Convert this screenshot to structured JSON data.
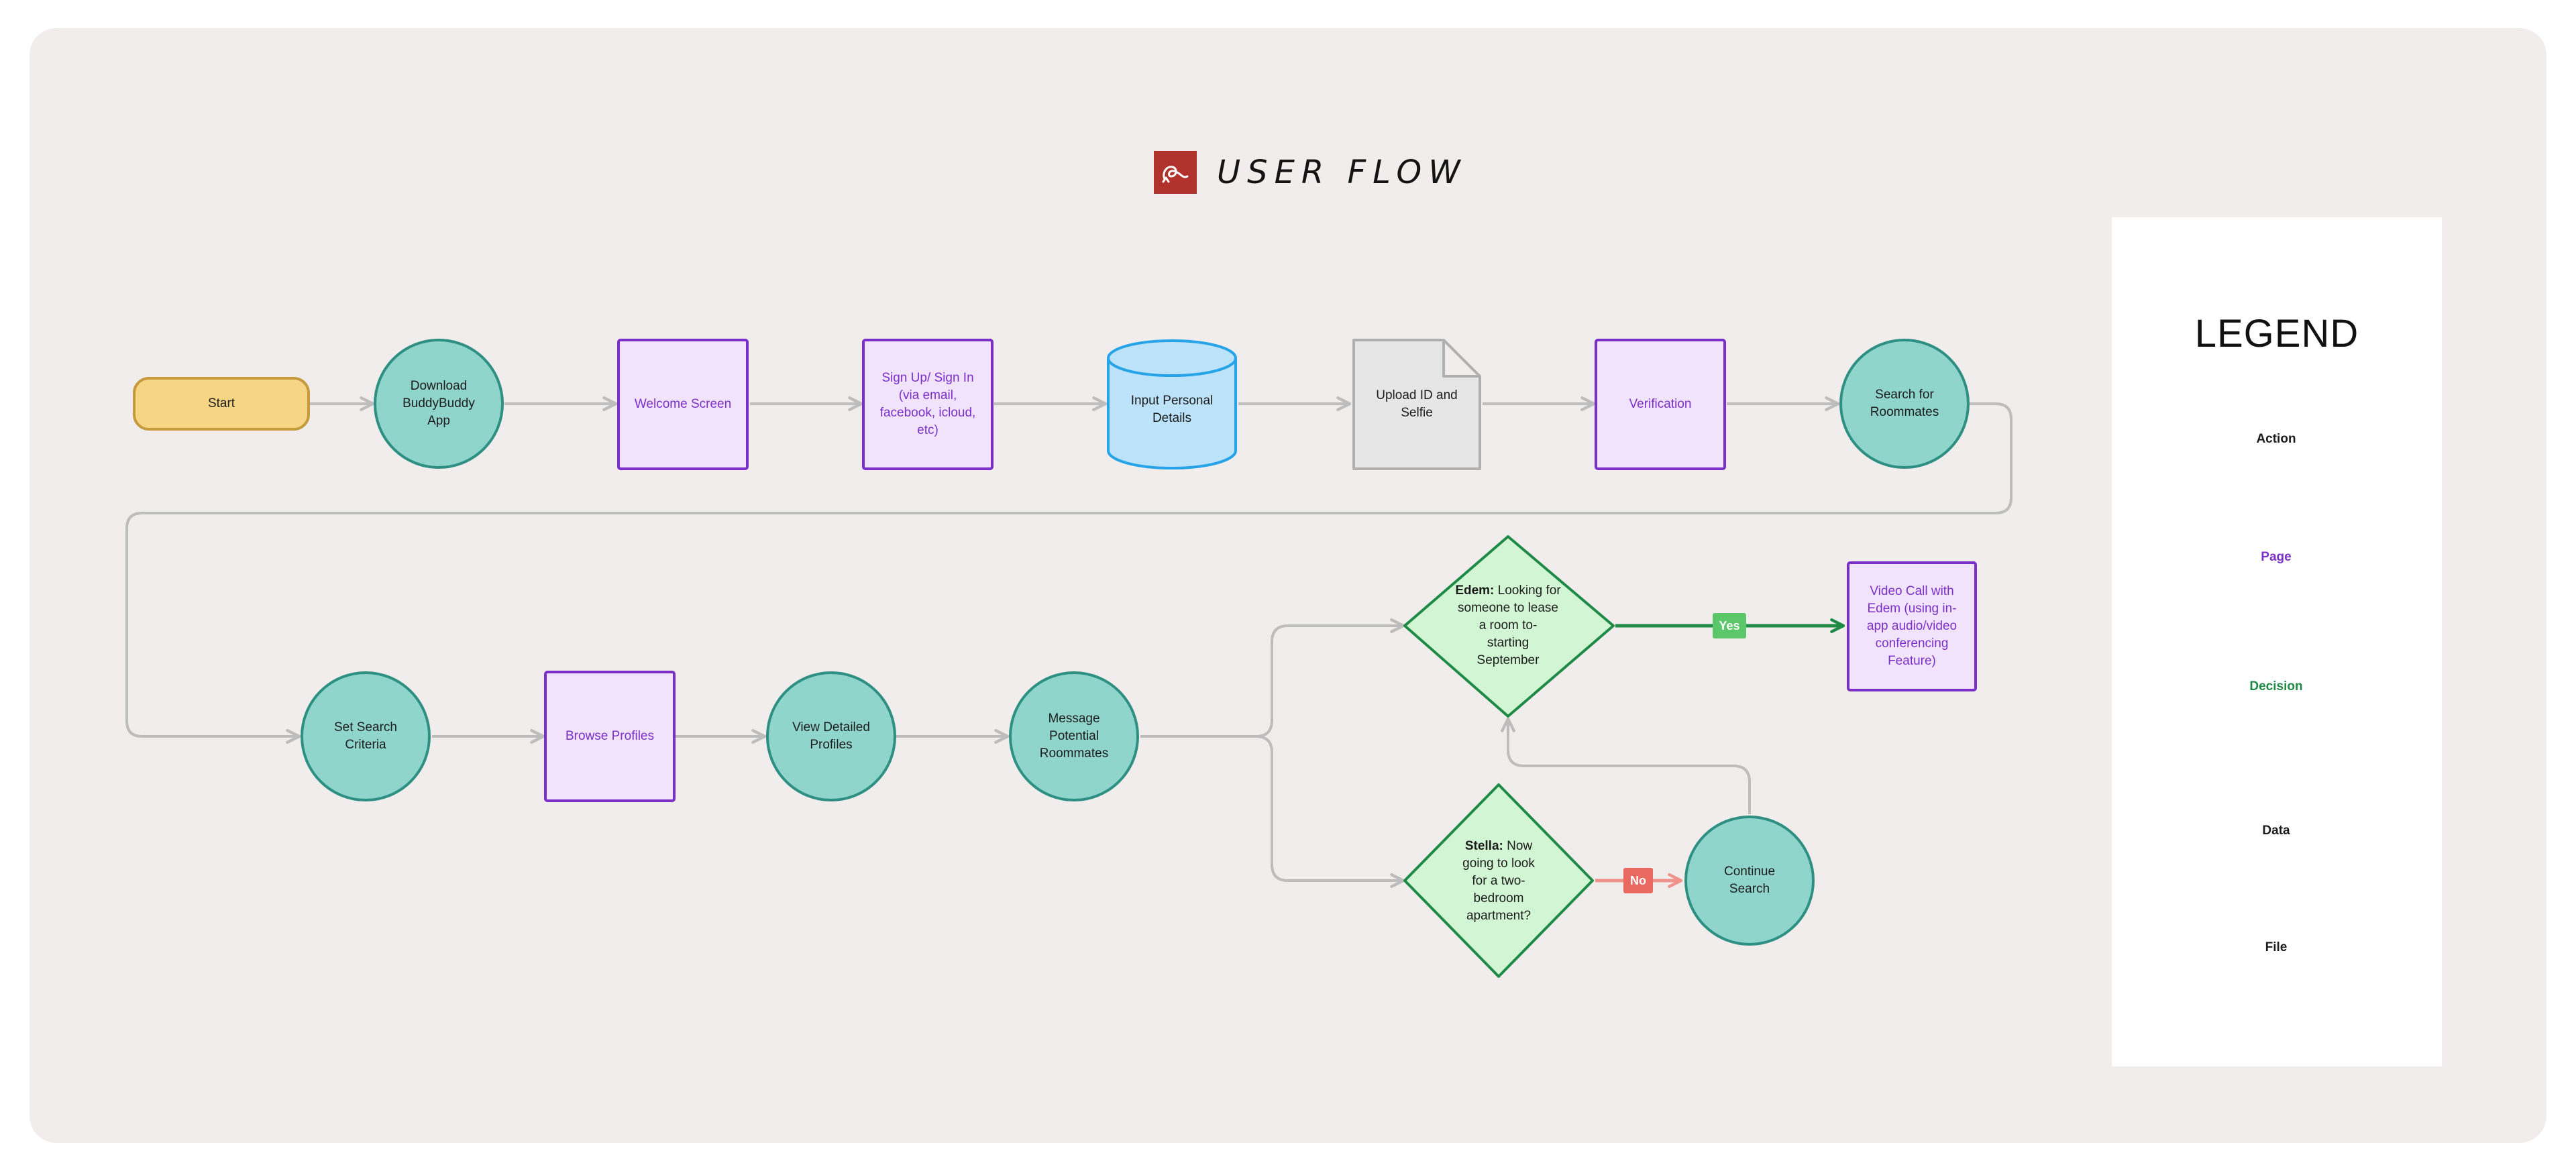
{
  "header": {
    "title": "USER FLOW",
    "icon": "user-flow-logo-icon"
  },
  "colors": {
    "board_bg": "#f1eded",
    "action_fill": "#8fd5cc",
    "action_stroke": "#2e8f83",
    "page_fill": "#f1e3fc",
    "page_stroke": "#7b2fc9",
    "decision_fill": "#d2f6d4",
    "decision_stroke": "#1e8a45",
    "data_fill": "#bde3fb",
    "data_stroke": "#27a4e8",
    "file_fill": "#e6e6e6",
    "file_stroke": "#b0b0b0",
    "start_fill": "#f6d585",
    "start_stroke": "#c59b3d",
    "connector": "#bdbdbd",
    "yes_color": "#1e8a45",
    "yes_badge": "#5cc66a",
    "no_color": "#ee928b",
    "no_badge": "#ea6a62"
  },
  "nodes": {
    "start": {
      "type": "start",
      "label": "Start"
    },
    "download_app": {
      "type": "action",
      "label": "Download\nBuddyBuddy\nApp"
    },
    "welcome_screen": {
      "type": "page",
      "label": "Welcome Screen"
    },
    "sign_up": {
      "type": "page",
      "label": "Sign Up/ Sign In\n(via email,\nfacebook, icloud,\netc)"
    },
    "input_details": {
      "type": "data",
      "label": "Input Personal\nDetails"
    },
    "upload_id": {
      "type": "file",
      "label": "Upload ID and\nSelfie"
    },
    "verification": {
      "type": "page",
      "label": "Verification"
    },
    "search_roommates": {
      "type": "action",
      "label": "Search for\nRoommates"
    },
    "set_criteria": {
      "type": "action",
      "label": "Set Search\nCriteria"
    },
    "browse_profiles": {
      "type": "page",
      "label": "Browse Profiles"
    },
    "view_profiles": {
      "type": "action",
      "label": "View Detailed\nProfiles"
    },
    "message_roommates": {
      "type": "action",
      "label": "Message\nPotential\nRoommates"
    },
    "decision_edem": {
      "type": "decision",
      "speaker": "Edem:",
      "text": " Looking for\nsomeone to lease\na room to-\nstarting\nSeptember"
    },
    "decision_stella": {
      "type": "decision",
      "speaker": "Stella:",
      "text": " Now\ngoing to look\nfor a two-\nbedroom\napartment?"
    },
    "video_call": {
      "type": "page",
      "label": "Video Call with\nEdem (using in-\napp audio/video\nconferencing\nFeature)"
    },
    "continue_search": {
      "type": "action",
      "label": "Continue\nSearch"
    }
  },
  "edges": {
    "yes_label": "Yes",
    "no_label": "No"
  },
  "legend": {
    "title": "LEGEND",
    "items": [
      {
        "shape": "action",
        "label": "Action"
      },
      {
        "shape": "page",
        "label": "Page"
      },
      {
        "shape": "decision",
        "label": "Decision"
      },
      {
        "shape": "data",
        "label": "Data"
      },
      {
        "shape": "file",
        "label": "File"
      }
    ]
  }
}
